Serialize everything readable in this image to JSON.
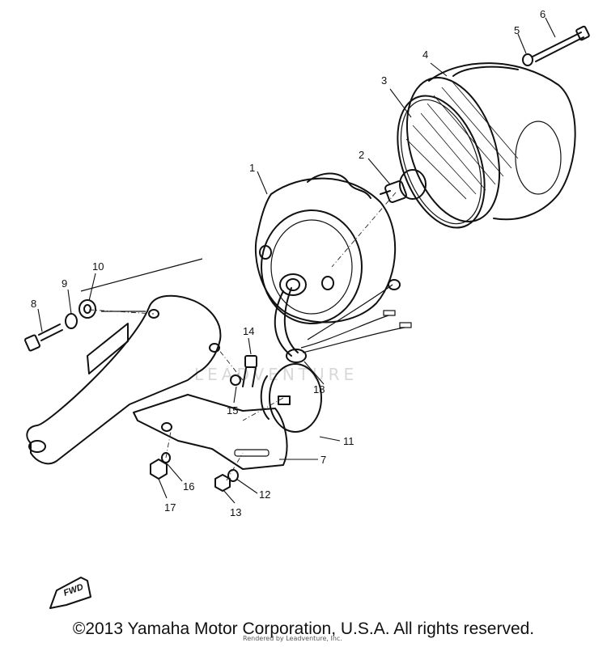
{
  "diagram": {
    "callouts": [
      "1",
      "2",
      "3",
      "4",
      "5",
      "6",
      "7",
      "8",
      "9",
      "10",
      "11",
      "12",
      "13",
      "14",
      "15",
      "16",
      "17",
      "18"
    ],
    "direction_label": "FWD",
    "watermark": "LEADVENTURE",
    "rendered_by": "Rendered by Leadventure, Inc.",
    "copyright": "©2013 Yamaha Motor Corporation, U.S.A. All rights reserved."
  }
}
